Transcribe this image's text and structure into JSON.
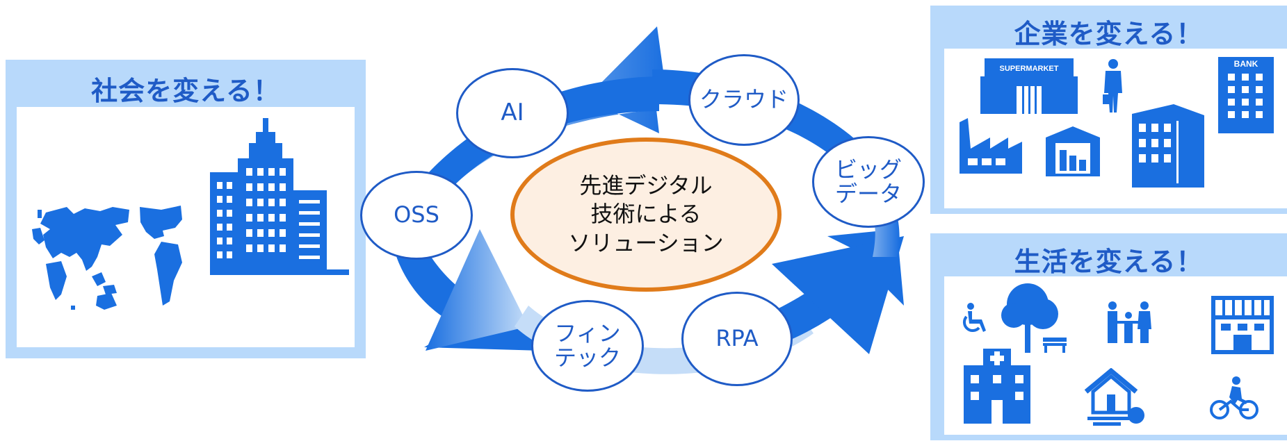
{
  "panels": {
    "society": {
      "title": "社会を変える！"
    },
    "company": {
      "title": "企業を変える！",
      "supermarket_sign": "SUPERMARKET",
      "bank_sign": "BANK"
    },
    "life": {
      "title": "生活を変える！"
    }
  },
  "center": {
    "label": "先進デジタル\n技術による\nソリューション"
  },
  "technologies": {
    "ai": "AI",
    "cloud": "クラウド",
    "bigdata": "ビッグ\nデータ",
    "oss": "OSS",
    "fintech": "フィン\nテック",
    "rpa": "RPA"
  },
  "colors": {
    "primary": "#1f5bc6",
    "icon": "#1a6fe0",
    "panel_bg": "#b8d9fb",
    "center_fill": "#fdefe2",
    "center_border": "#e07b1a"
  }
}
